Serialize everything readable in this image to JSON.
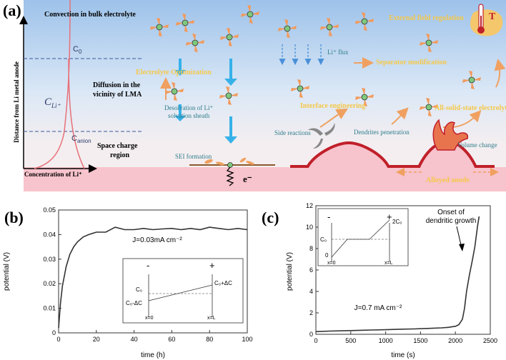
{
  "panel_a": {
    "label": "(a)",
    "y_axis_label": "Distance from Li metal anode",
    "x_axis_label": "Concentration of Li⁺",
    "convection": "Convection in bulk electrolyte",
    "c0": "C",
    "c0_sub": "0",
    "diffusion_line1": "Diffusion in the",
    "diffusion_line2": "vicinity of LMA",
    "c_li": "C",
    "c_li_sub": "Li⁺",
    "c_anion": "C",
    "c_anion_sub": "anion",
    "space_charge_line1": "Space charge",
    "space_charge_line2": "region",
    "electrolyte_opt": "Electrolyte Optimization",
    "desolvation_line1": "Desolvation of Li⁺",
    "desolvation_line2": "solvation sheath",
    "sei": "SEI formation",
    "electron": "e⁻",
    "li_flux": "Li⁺ flux",
    "separator": "Separator modification",
    "interface": "Interface engineering",
    "side_reactions": "Side reactions",
    "dendrites": "Dendrites penetration",
    "external": "External field regulation",
    "all_solid": "All-solid-state electrolyte",
    "volume": "Volume change",
    "alloyed": "Alloyed anode",
    "thermo_letter": "T"
  },
  "panel_b": {
    "label": "(b)",
    "ylabel": "potential (V)",
    "xlabel": "time (h)",
    "annotation_j": "J=0.03mA cm⁻²",
    "inset": {
      "minus": "-",
      "plus": "+",
      "c0": "C₀",
      "c0_minus": "C₀-ΔC",
      "c0_plus": "C₀+ΔC",
      "x0": "x=0",
      "xl": "x=L"
    }
  },
  "panel_c": {
    "label": "(c)",
    "ylabel": "potential (V)",
    "xlabel": "time (s)",
    "annotation_j": "J=0.7 mA cm⁻²",
    "onset_line1": "Onset of",
    "onset_line2": "dendritic growth",
    "inset": {
      "minus": "-",
      "plus": "+",
      "c0": "C₀",
      "two_c0": "2C₀",
      "zero": "0",
      "x0": "x=0",
      "xl": "x=L"
    }
  },
  "chart_data": [
    {
      "type": "line",
      "panel": "b",
      "xlabel": "time (h)",
      "ylabel": "potential (V)",
      "xlim": [
        0,
        100
      ],
      "ylim": [
        0,
        0.05
      ],
      "x_ticks": [
        "0",
        "20",
        "40",
        "60",
        "80",
        "100"
      ],
      "y_ticks": [
        "0",
        "0.01",
        "0.02",
        "0.03",
        "0.04",
        "0.05"
      ],
      "series": [
        {
          "x": [
            0,
            1,
            2,
            4,
            6,
            8,
            10,
            13,
            16,
            20,
            25,
            30,
            35,
            40,
            45,
            50,
            55,
            60,
            65,
            70,
            75,
            80,
            85,
            90,
            95,
            100
          ],
          "y": [
            0.002,
            0.012,
            0.019,
            0.027,
            0.032,
            0.035,
            0.037,
            0.039,
            0.04,
            0.041,
            0.041,
            0.043,
            0.042,
            0.042,
            0.0425,
            0.042,
            0.0423,
            0.0425,
            0.042,
            0.0425,
            0.042,
            0.043,
            0.0425,
            0.042,
            0.0425,
            0.042
          ]
        }
      ]
    },
    {
      "type": "line",
      "panel": "c",
      "xlabel": "time (s)",
      "ylabel": "potential (V)",
      "xlim": [
        0,
        2500
      ],
      "ylim": [
        0,
        12
      ],
      "x_ticks": [
        "0",
        "500",
        "1000",
        "1500",
        "2000",
        "2500"
      ],
      "y_ticks": [
        "0",
        "2",
        "4",
        "6",
        "8",
        "10",
        "12"
      ],
      "series": [
        {
          "x": [
            0,
            200,
            500,
            800,
            1000,
            1200,
            1400,
            1600,
            1800,
            1900,
            2000,
            2050,
            2100,
            2130,
            2160,
            2200,
            2240,
            2280,
            2320,
            2340
          ],
          "y": [
            0.25,
            0.3,
            0.35,
            0.4,
            0.43,
            0.47,
            0.5,
            0.55,
            0.6,
            0.65,
            0.75,
            0.9,
            1.4,
            2.4,
            4.0,
            5.5,
            6.8,
            8.2,
            10.2,
            11.0
          ]
        }
      ]
    }
  ]
}
